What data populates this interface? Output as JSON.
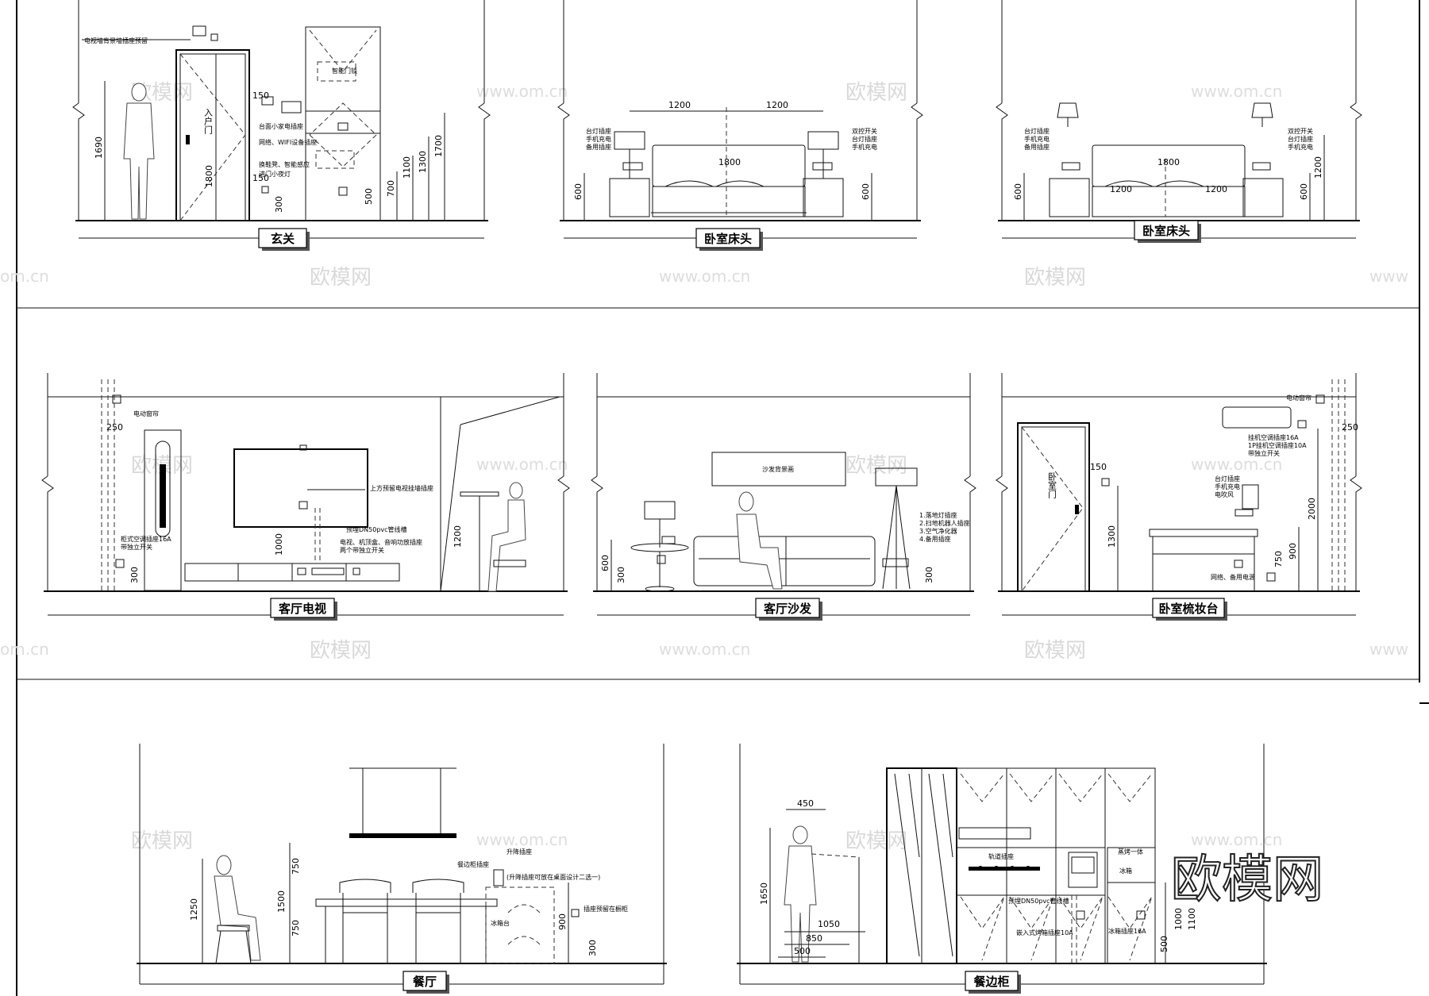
{
  "views": [
    {
      "id": "entry",
      "label": "玄关"
    },
    {
      "id": "bed1",
      "label": "卧室床头"
    },
    {
      "id": "bed2",
      "label": "卧室床头"
    },
    {
      "id": "tv",
      "label": "客厅电视"
    },
    {
      "id": "sofa",
      "label": "客厅沙发"
    },
    {
      "id": "vanity",
      "label": "卧室梳妆台"
    },
    {
      "id": "dining",
      "label": "餐厅"
    },
    {
      "id": "sideboard",
      "label": "餐边柜"
    }
  ],
  "dims": {
    "entry": {
      "h1690": "1690",
      "door": "1800",
      "d150a": "150",
      "d150b": "150",
      "d300": "300",
      "d500": "500",
      "d700": "700",
      "d1100": "1100",
      "d1300": "1300",
      "d1700": "1700"
    },
    "bed1": {
      "w1200a": "1200",
      "w1200b": "1200",
      "w1800": "1800",
      "h600a": "600",
      "h600b": "600"
    },
    "bed2": {
      "w1800": "1800",
      "w1200a": "1200",
      "w1200b": "1200",
      "h600a": "600",
      "h600b": "600",
      "h1200": "1200"
    },
    "tv": {
      "d250": "250",
      "d1000": "1000",
      "d300": "300",
      "d1200": "1200"
    },
    "sofa": {
      "d600": "600",
      "d300a": "300",
      "d300b": "300"
    },
    "vanity": {
      "d150": "150",
      "d1300": "1300",
      "d2000": "2000",
      "d900": "900",
      "d750": "750",
      "d250": "250"
    },
    "dining": {
      "d1250": "1250",
      "d1500": "1500",
      "d750a": "750",
      "d750b": "750",
      "d900": "900",
      "d300": "300"
    },
    "sideboard": {
      "d450": "450",
      "d1650": "1650",
      "d1050": "1050",
      "d850": "850",
      "d500a": "500",
      "d1000": "1000",
      "d1100": "1100",
      "d500b": "500"
    }
  },
  "notes": {
    "entry_top": "电视墙背景墙插座预留",
    "door": "入户门",
    "entry_n1": "智能门锁",
    "entry_n2": "台面小家电插座",
    "entry_n3": "网络、WIFI设备插座",
    "entry_n4": "换鞋凳、智能感应",
    "entry_n5": "进门小夜灯",
    "bed_l1": "台灯插座",
    "bed_l2": "手机充电",
    "bed_l3": "备用插座",
    "bed_r1": "双控开关",
    "bed_r2": "台灯插座",
    "bed_r3": "手机充电",
    "tv_n1": "电动窗帘",
    "tv_n2": "柜式空调插座16A",
    "tv_n3": "带独立开关",
    "tv_n4": "上方预留电视挂墙插座",
    "tv_n5": "预埋DN50pvc管线槽",
    "tv_n6": "电视、机顶盒、音响功放插座",
    "tv_n7": "两个带独立开关",
    "sofa_n1": "沙发背景画",
    "sofa_n2": "1.落地灯插座",
    "sofa_n3": "2.扫地机器人插座",
    "sofa_n4": "3.空气净化器",
    "sofa_n5": "4.备用插座",
    "vanity_n1": "卧室门",
    "vanity_n2": "挂机空调插座16A",
    "vanity_n3": "1P挂机空调插座10A",
    "vanity_n4": "带独立开关",
    "vanity_n5": "台灯插座",
    "vanity_n6": "手机充电",
    "vanity_n7": "电吹风",
    "vanity_n8": "网络、备用电源",
    "vanity_n9": "电动窗帘",
    "dining_n1": "升降插座",
    "dining_n2": "餐边柜插座",
    "dining_n3": "(升降插座可放在桌面设计二选一)",
    "dining_n4": "冰箱台",
    "dining_n5": "插座预留在橱柜",
    "side_n1": "轨道插座",
    "side_n2": "蒸烤一体",
    "side_n3": "预埋DN50pvc管线槽",
    "side_n4": "嵌入式烤箱插座10A",
    "side_n5": "冰箱插座16A",
    "fridge": "冰箱"
  },
  "watermarks": {
    "brand": "欧模网",
    "url": "www.om.cn",
    "url_partial": "om.cn",
    "url_partial2": "www"
  }
}
